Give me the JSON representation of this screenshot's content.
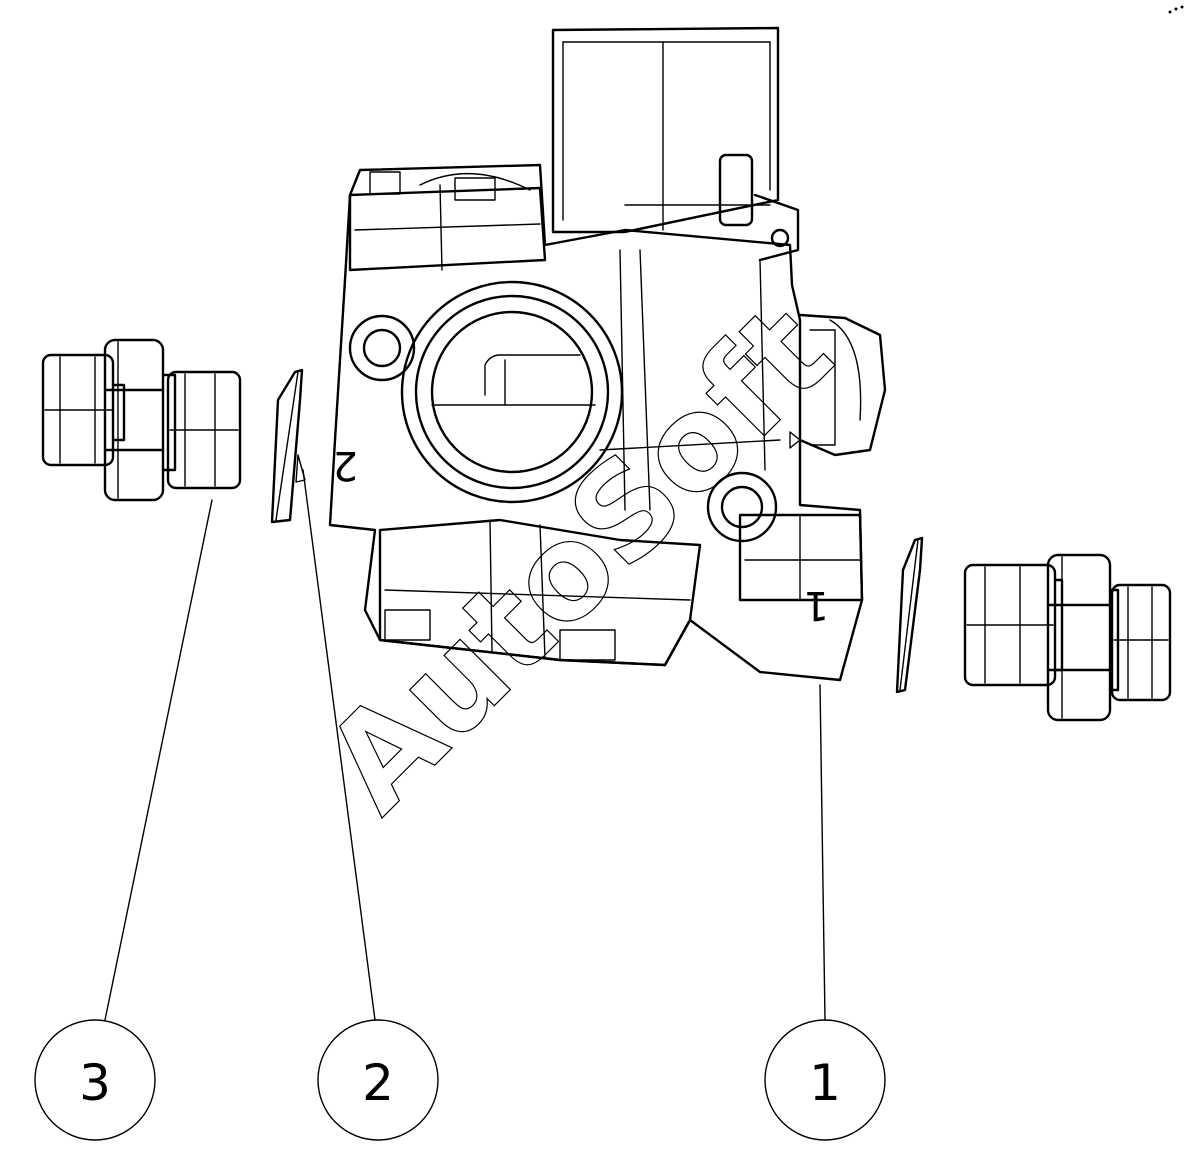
{
  "drawing": {
    "port_marks": [
      "2",
      "1"
    ],
    "watermark": "AutoSoft"
  },
  "callouts": [
    {
      "label": "3"
    },
    {
      "label": "2"
    },
    {
      "label": "1"
    }
  ]
}
